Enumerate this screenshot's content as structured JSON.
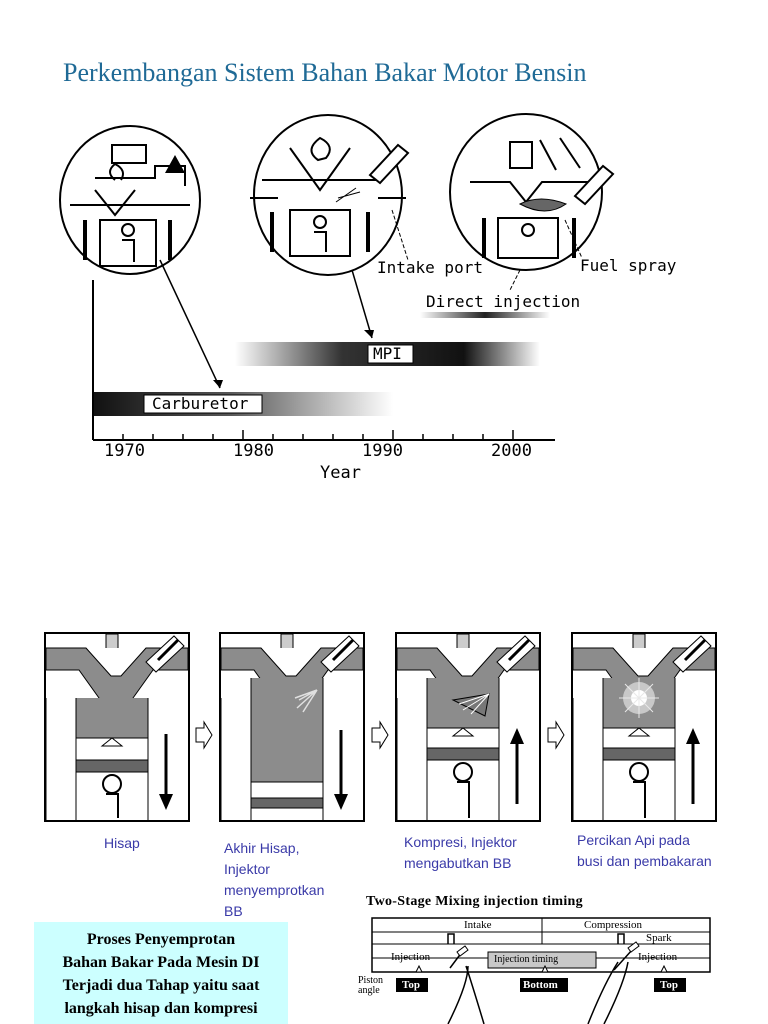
{
  "page": {
    "title": "Perkembangan Sistem Bahan Bakar Motor Bensin"
  },
  "timeline": {
    "labels": {
      "intake_port": "Intake port",
      "fuel_spray": "Fuel spray",
      "direct_injection": "Direct injection",
      "mpi": "MPI",
      "carburetor": "Carburetor"
    },
    "years": [
      "1970",
      "1980",
      "1990",
      "2000"
    ],
    "axis_label": "Year"
  },
  "stages": [
    {
      "caption": "Hisap",
      "arrow": "down"
    },
    {
      "caption": "Akhir Hisap, Injektor menyemprotkan BB",
      "arrow": "down"
    },
    {
      "caption": "Kompresi, Injektor mengabutkan BB",
      "arrow": "up"
    },
    {
      "caption": "Percikan Api pada busi dan pembakaran",
      "arrow": "up"
    }
  ],
  "note_box": {
    "text_line1": "Proses Penyemprotan",
    "text_line2": "Bahan Bakar Pada Mesin DI",
    "text_line3": "Terjadi dua Tahap yaitu saat",
    "text_line4": "langkah hisap dan kompresi"
  },
  "timing": {
    "title": "Two-Stage Mixing injection timing",
    "intake": "Intake",
    "compression": "Compression",
    "spark": "Spark",
    "injection_left": "Injection",
    "injection_right": "Injection",
    "injection_timing": "Injection timing",
    "piston_label_line1": "Piston",
    "piston_label_line2": "angle",
    "top_left": "Top",
    "bottom": "Bottom",
    "top_right": "Top"
  },
  "colors": {
    "title": "#1f6a96",
    "caption": "#3a3aa8",
    "note_bg": "#ccffff",
    "engine_gray": "#8c8c8c",
    "bar_dark": "#1a1a1a"
  }
}
